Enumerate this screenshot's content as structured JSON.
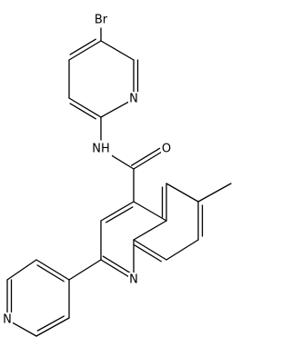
{
  "structure": {
    "colors": {
      "bond": "#000000",
      "label": "#000000",
      "background": "#ffffff"
    },
    "atom_labels": {
      "br": "Br",
      "pyridyl_n": "N",
      "amide_nh": "NH",
      "carbonyl_o": "O",
      "quinoline_n": "N",
      "pyridine_n": "N"
    }
  }
}
